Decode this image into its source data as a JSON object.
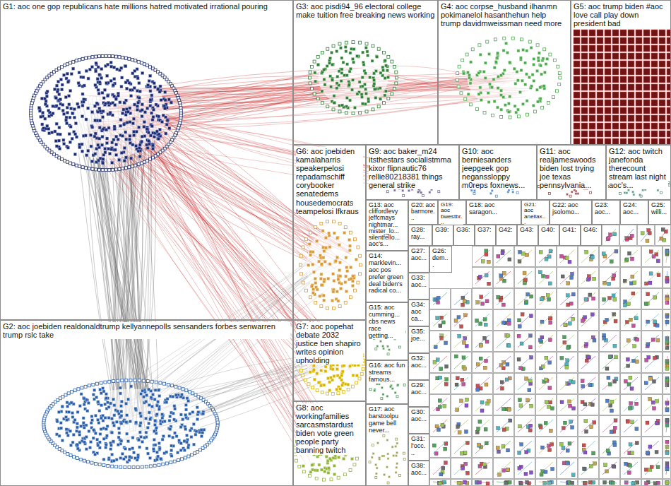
{
  "diagram": {
    "nodes": [
      {
        "text": [
          "G1: aoc one gop republicans hate millions hatred motivated irrational pouring"
        ]
      },
      {
        "text": [
          "G3: aoc pisdi94_96 electoral college make tuition free breaking news working"
        ]
      },
      {
        "text": [
          "G4: aoc corpse_husband ilhanmn pokimanelol hasanthehun help trump davidmweissman need more"
        ]
      },
      {
        "text": [
          "G5: aoc trump biden #aoc love call play down president bad"
        ]
      },
      {
        "text": [
          "G6: aoc joebiden kamalaharris speakerpelosi repadamschiff corybooker senatedems housedemocrats teampelosi lfkraus"
        ]
      },
      {
        "text": [
          "G9: aoc baker_m24 itsthestars socialistmma kixor flipnautic76 rellie80218381 things general strike"
        ]
      },
      {
        "text": [
          "G10: aoc berniesanders jeepgeek gop neganssloppy m0reps foxnews..."
        ]
      },
      {
        "text": [
          "G11: aoc realjameswoods biden lost trying joe texas pennsylvania..."
        ]
      },
      {
        "text": [
          "G12: aoc twitch janefonda therecount stream last night aoc's..."
        ]
      },
      {
        "text": [
          "G13: aoc cliffordlevy jeffcmays nightmar... mister_lo... silentfello... aoc's..."
        ]
      },
      {
        "text": [
          "G20: aoc barmore..."
        ]
      },
      {
        "text": [
          "G19: aoc bwestbr..."
        ]
      },
      {
        "text": [
          "G18: aoc saragon..."
        ]
      },
      {
        "text": [
          "G21: aoc anellax..."
        ]
      },
      {
        "text": [
          "G22: aoc jsolomo..."
        ]
      },
      {
        "text": [
          "G23: aoc..."
        ]
      },
      {
        "text": [
          "G24: aoc..."
        ]
      },
      {
        "text": [
          "G25: willi..."
        ]
      },
      {
        "text": [
          "G28: ray..."
        ]
      },
      {
        "text": [
          "G39:"
        ]
      },
      {
        "text": [
          "G36:"
        ]
      },
      {
        "text": [
          "G37:"
        ]
      },
      {
        "text": [
          "G42:"
        ]
      },
      {
        "text": [
          "G43:"
        ]
      },
      {
        "text": [
          "G40:"
        ]
      },
      {
        "text": [
          "G41:"
        ]
      },
      {
        "text": [
          "G46:"
        ]
      },
      {
        "text": [
          "G14: marklevin... aoc pos prefer green deal biden's radical co..."
        ]
      },
      {
        "text": [
          "G27: aoc..."
        ]
      },
      {
        "text": [
          "G26: dem..."
        ]
      },
      {
        "text": [
          "G33: aoc..."
        ]
      },
      {
        "text": [
          "G34: aoc ca..."
        ]
      },
      {
        "text": [
          "G35: joe..."
        ]
      },
      {
        "text": [
          "G32: aoc..."
        ]
      },
      {
        "text": [
          "G15: aoc cumming... cbs news race getting..."
        ]
      },
      {
        "text": [
          "G29: aoc..."
        ]
      },
      {
        "text": [
          "G16: aoc fun streams famous..."
        ]
      },
      {
        "text": [
          "G30: aoc..."
        ]
      },
      {
        "text": [
          "G31: l'occ..."
        ]
      },
      {
        "text": [
          "G17: aoc barstoolpu game bell never..."
        ]
      },
      {
        "text": [
          "G38: aoc..."
        ]
      },
      {
        "text": [
          "G2: aoc joebiden realdonaldtrump kellyannepolls sensanders forbes senwarren trump rslc take"
        ]
      },
      {
        "text": [
          "G7: aoc popehat debate 2032 justice ben shapiro writes opinion upholding"
        ]
      },
      {
        "text": [
          "G8: aoc workingfamilies sarcasmstardust biden vote green people party banning twitch"
        ]
      }
    ]
  }
}
